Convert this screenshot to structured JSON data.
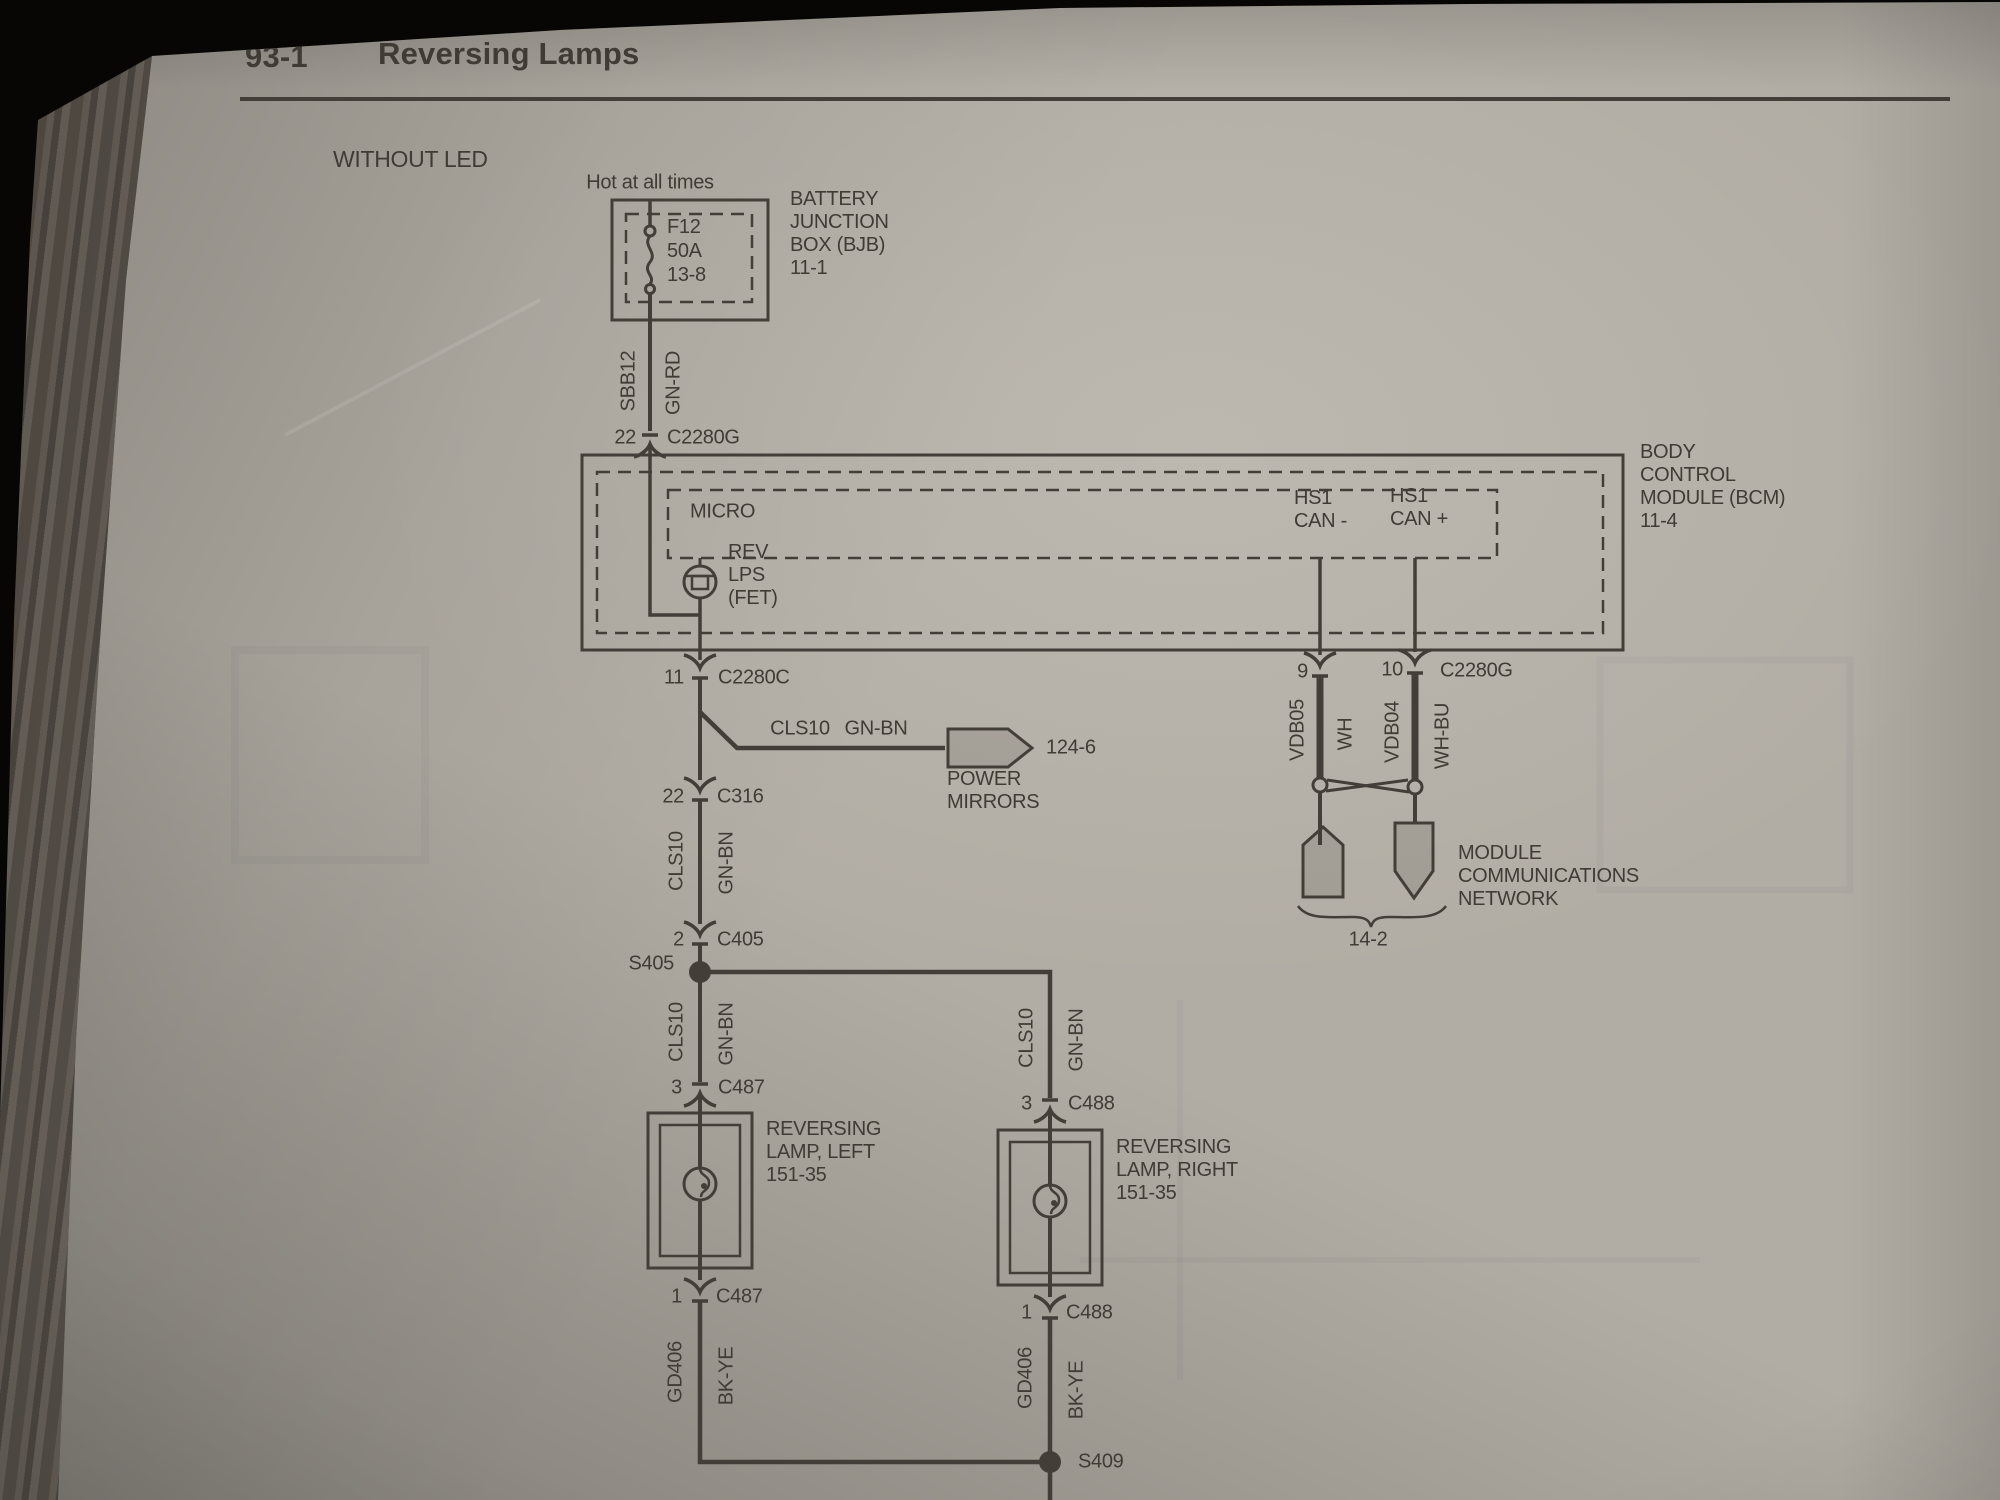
{
  "page": {
    "code": "93-1",
    "title": "Reversing Lamps",
    "variant": "WITHOUT LED"
  },
  "bjb": {
    "hot": "Hot at all times",
    "fuse_id": "F12",
    "fuse_rating": "50A",
    "fuse_ref": "13-8",
    "label": [
      "BATTERY",
      "JUNCTION",
      "BOX (BJB)",
      "11-1"
    ]
  },
  "feed_wire": {
    "circuit": "SBB12",
    "color": "GN-RD"
  },
  "bcm": {
    "micro": "MICRO",
    "fet": [
      "REV",
      "LPS",
      "(FET)"
    ],
    "can_minus": [
      "HS1",
      "CAN -"
    ],
    "can_plus": [
      "HS1",
      "CAN +"
    ],
    "label": [
      "BODY",
      "CONTROL",
      "MODULE (BCM)",
      "11-4"
    ]
  },
  "connectors": {
    "c2280g_22": {
      "pin": "22",
      "name": "C2280G"
    },
    "c2280c_11": {
      "pin": "11",
      "name": "C2280C"
    },
    "c316": {
      "pin": "22",
      "name": "C316"
    },
    "c405": {
      "pin": "2",
      "name": "C405"
    },
    "c487_3": {
      "pin": "3",
      "name": "C487"
    },
    "c487_1": {
      "pin": "1",
      "name": "C487"
    },
    "c488_3": {
      "pin": "3",
      "name": "C488"
    },
    "c488_1": {
      "pin": "1",
      "name": "C488"
    },
    "c2280g_can": {
      "pin9": "9",
      "pin10": "10",
      "name": "C2280G"
    }
  },
  "power_mirrors": {
    "circuit": "CLS10",
    "color": "GN-BN",
    "ref": "124-6",
    "label": [
      "POWER",
      "MIRRORS"
    ]
  },
  "wires": {
    "seg_c316_c405": {
      "circuit": "CLS10",
      "color": "GN-BN"
    },
    "seg_s405_left": {
      "circuit": "CLS10",
      "color": "GN-BN"
    },
    "seg_s405_right": {
      "circuit": "CLS10",
      "color": "GN-BN"
    },
    "can_minus_wire": {
      "circuit": "VDB05",
      "color": "WH"
    },
    "can_plus_wire": {
      "circuit": "VDB04",
      "color": "WH-BU"
    },
    "ground_left": {
      "circuit": "GD406",
      "color": "BK-YE"
    },
    "ground_right": {
      "circuit": "GD406",
      "color": "BK-YE"
    }
  },
  "splices": {
    "s405": "S405",
    "s409": "S409"
  },
  "lamps": {
    "left": [
      "REVERSING",
      "LAMP, LEFT",
      "151-35"
    ],
    "right": [
      "REVERSING",
      "LAMP, RIGHT",
      "151-35"
    ]
  },
  "network": {
    "label": [
      "MODULE",
      "COMMUNICATIONS",
      "NETWORK"
    ],
    "ref": "14-2"
  }
}
